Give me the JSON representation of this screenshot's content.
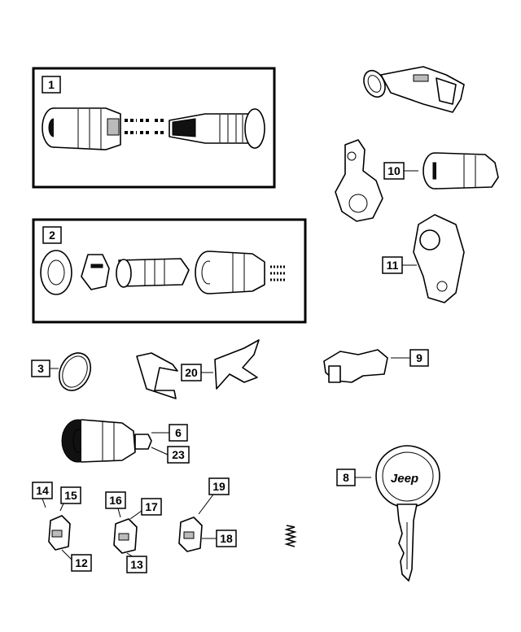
{
  "callouts": {
    "c1": "1",
    "c2": "2",
    "c3": "3",
    "c6": "6",
    "c8": "8",
    "c9": "9",
    "c10": "10",
    "c11": "11",
    "c12": "12",
    "c13": "13",
    "c14": "14",
    "c15": "15",
    "c16": "16",
    "c17": "17",
    "c18": "18",
    "c19": "19",
    "c20": "20",
    "c23": "23"
  },
  "key_logo": "Jeep"
}
